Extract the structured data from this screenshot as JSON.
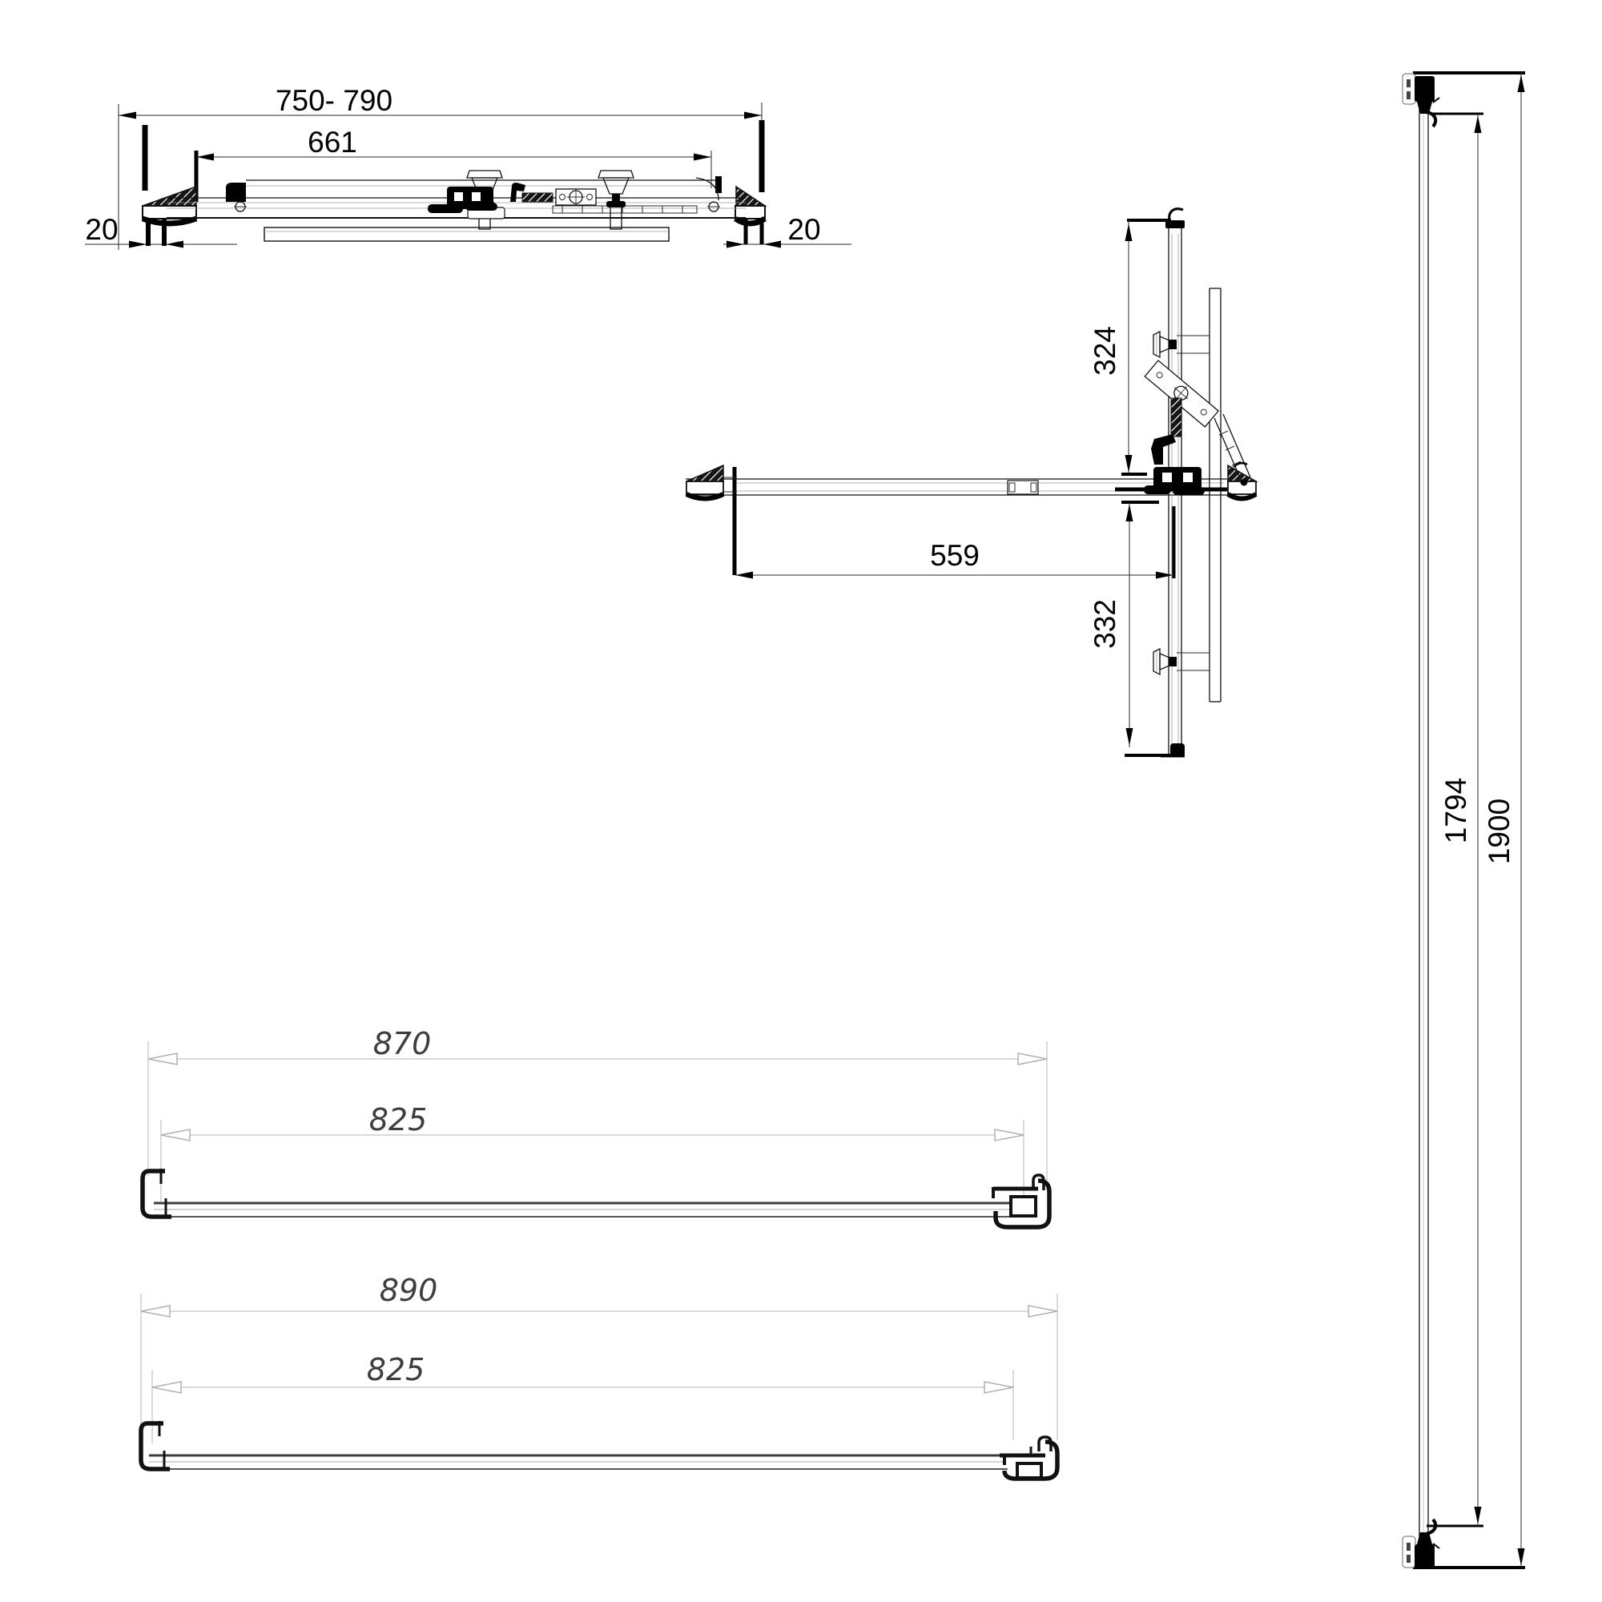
{
  "drawing": {
    "kind": "technical dimension drawing",
    "subject": "sliding shower door hardware set",
    "colors": {
      "ink": "#000000",
      "aux_gray": "#9a9a9a",
      "light_gray": "#c2c2c2",
      "label_gray": "#3d3d3d",
      "paper": "#ffffff"
    }
  },
  "views": {
    "top_plan": {
      "dims": {
        "overall": "750- 790",
        "glass": "661",
        "gap_left": "20",
        "gap_right": "20"
      }
    },
    "return_plan": {
      "dims": {
        "upper": "324",
        "depth": "559",
        "lower": "332"
      }
    },
    "elevation": {
      "dims": {
        "glass_height": "1794",
        "total_height": "1900"
      }
    },
    "rail_a": {
      "dims": {
        "overall": "870",
        "glass": "825"
      }
    },
    "rail_b": {
      "dims": {
        "overall": "890",
        "glass": "825"
      }
    }
  }
}
